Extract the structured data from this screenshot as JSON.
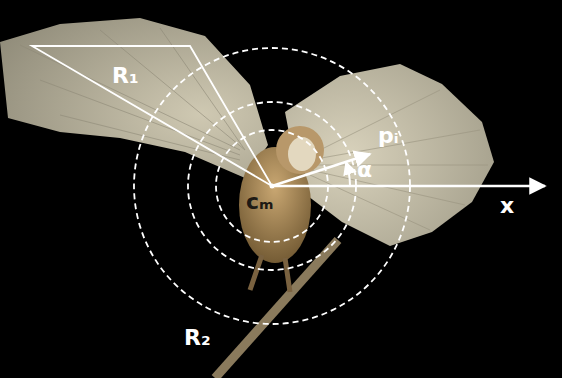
{
  "diagram": {
    "labels": [
      "R₁",
      "R₂",
      "cₘ",
      "pᵢ",
      "α",
      "x"
    ]
  }
}
